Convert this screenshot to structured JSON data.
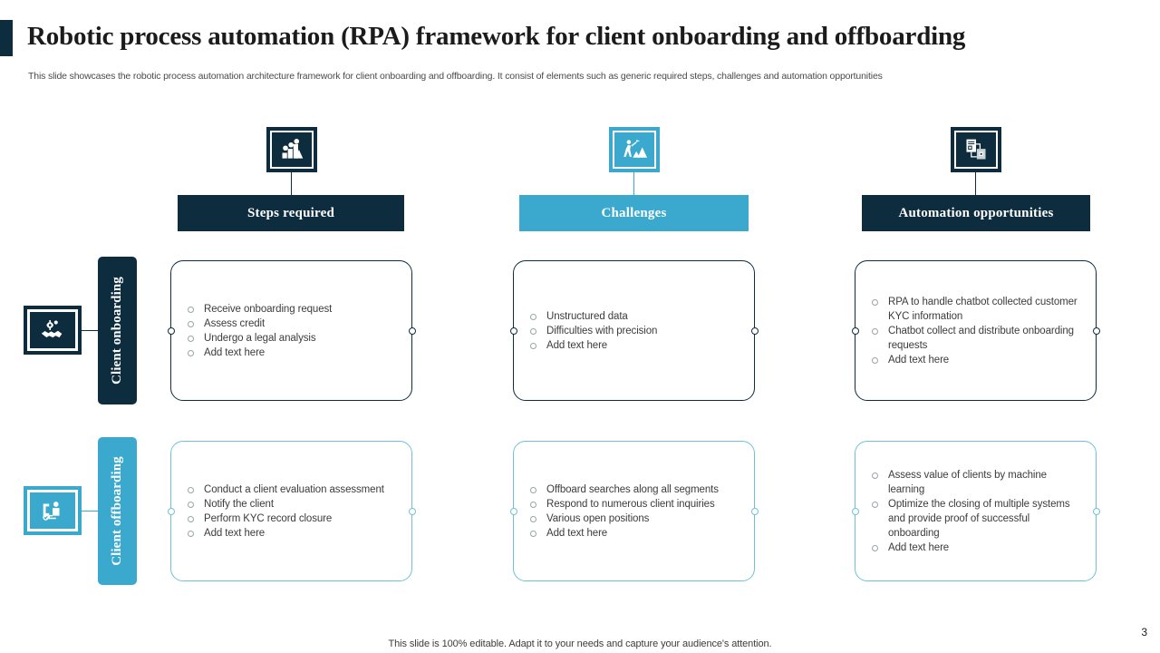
{
  "slide": {
    "title": "Robotic process automation (RPA) framework for client onboarding and offboarding",
    "subtitle": "This slide showcases the robotic process automation architecture framework for client onboarding and offboarding. It consist of elements such as generic required steps, challenges and automation opportunities",
    "footer_note": "This slide is 100% editable. Adapt it to your needs and capture your audience's attention.",
    "page_number": "3"
  },
  "colors": {
    "dark_navy": "#0d2d3f",
    "teal": "#3ba9cd",
    "teal_light_border": "#6fc1da",
    "body_text": "#3c3c3c",
    "bullet_ring": "#9aa3a8"
  },
  "columns": [
    {
      "label": "Steps required",
      "theme": "dark",
      "icon": "steps-chart-icon"
    },
    {
      "label": "Challenges",
      "theme": "teal",
      "icon": "mountain-climber-icon"
    },
    {
      "label": "Automation opportunities",
      "theme": "dark",
      "icon": "document-automation-icon"
    }
  ],
  "rows": [
    {
      "label": "Client onboarding",
      "theme": "dark",
      "icon": "handshake-gear-icon"
    },
    {
      "label": "Client offboarding",
      "theme": "teal",
      "icon": "workflow-exit-icon"
    }
  ],
  "cards": [
    {
      "row": "Client onboarding",
      "column": "Steps required",
      "theme": "dark",
      "items": [
        "Receive onboarding request",
        "Assess credit",
        "Undergo a legal analysis",
        "Add text here"
      ]
    },
    {
      "row": "Client onboarding",
      "column": "Challenges",
      "theme": "dark",
      "items": [
        "Unstructured data",
        "Difficulties with precision",
        "Add text here"
      ]
    },
    {
      "row": "Client onboarding",
      "column": "Automation opportunities",
      "theme": "dark",
      "items": [
        "RPA to handle chatbot collected customer KYC information",
        "Chatbot collect and distribute onboarding requests",
        "Add text here"
      ]
    },
    {
      "row": "Client offboarding",
      "column": "Steps required",
      "theme": "teal",
      "items": [
        "Conduct a client evaluation assessment",
        "Notify the client",
        "Perform KYC record closure",
        "Add text here"
      ]
    },
    {
      "row": "Client offboarding",
      "column": "Challenges",
      "theme": "teal",
      "items": [
        "Offboard searches along all segments",
        "Respond to numerous client inquiries",
        "Various open positions",
        "Add text here"
      ]
    },
    {
      "row": "Client offboarding",
      "column": "Automation opportunities",
      "theme": "teal",
      "items": [
        "Assess value of clients by machine learning",
        "Optimize the closing of multiple systems and provide proof of successful onboarding",
        "Add text here"
      ]
    }
  ]
}
